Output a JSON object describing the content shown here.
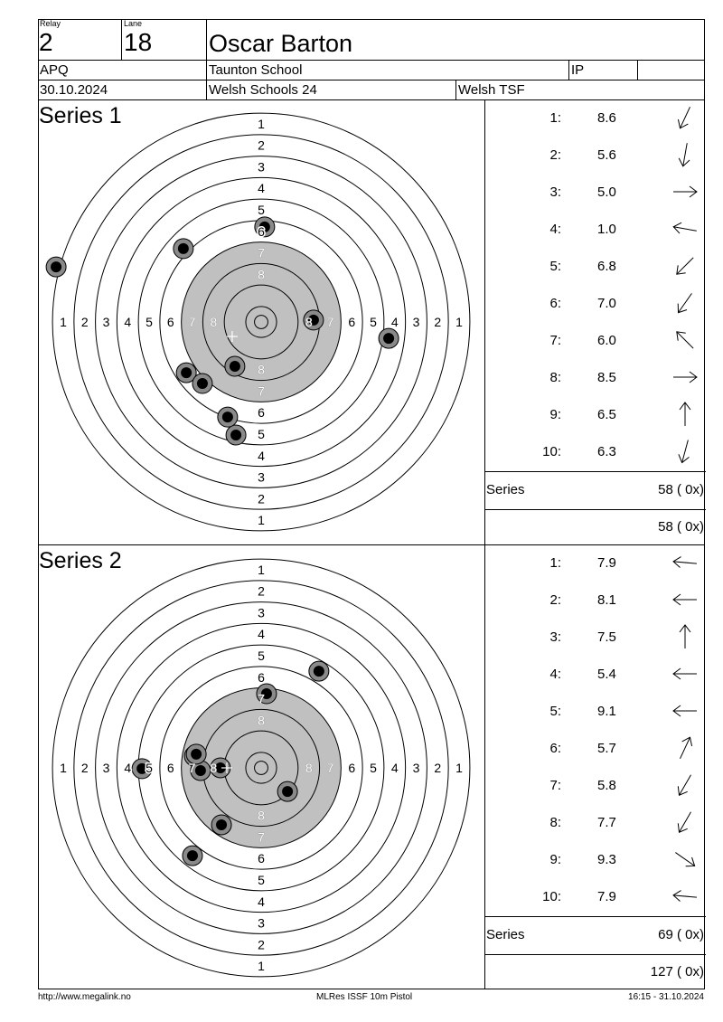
{
  "header": {
    "relay_label": "Relay",
    "relay": "2",
    "lane_label": "Lane",
    "lane": "18",
    "name": "Oscar Barton",
    "class": "APQ",
    "club": "Taunton School",
    "code": "IP",
    "extra": "",
    "date": "30.10.2024",
    "competition": "Welsh Schools 24",
    "organizer": "Welsh TSF"
  },
  "ring_labels": [
    "1",
    "2",
    "3",
    "4",
    "5",
    "6",
    "7",
    "8"
  ],
  "series": [
    {
      "title": "Series 1",
      "shots": [
        {
          "n": "1:",
          "score": "8.6",
          "arrow_deg": 205,
          "x_mm": -9.8,
          "y_mm": 16.5
        },
        {
          "n": "2:",
          "score": "5.6",
          "arrow_deg": 190,
          "x_mm": -9.4,
          "y_mm": 42.1
        },
        {
          "n": "3:",
          "score": "5.0",
          "arrow_deg": 90,
          "x_mm": 47.5,
          "y_mm": 6.1
        },
        {
          "n": "4:",
          "score": "1.0",
          "arrow_deg": 280,
          "x_mm": -76.4,
          "y_mm": -20.5
        },
        {
          "n": "5:",
          "score": "6.8",
          "arrow_deg": 225,
          "x_mm": -27.9,
          "y_mm": 18.9
        },
        {
          "n": "6:",
          "score": "7.0",
          "arrow_deg": 215,
          "x_mm": -21.9,
          "y_mm": 22.9
        },
        {
          "n": "7:",
          "score": "6.0",
          "arrow_deg": 315,
          "x_mm": -29.0,
          "y_mm": -27.3
        },
        {
          "n": "8:",
          "score": "8.5",
          "arrow_deg": 90,
          "x_mm": 19.5,
          "y_mm": -0.7
        },
        {
          "n": "9:",
          "score": "6.5",
          "arrow_deg": 0,
          "x_mm": 1.3,
          "y_mm": -35.4
        },
        {
          "n": "10:",
          "score": "6.3",
          "arrow_deg": 195,
          "x_mm": -12.5,
          "y_mm": 35.4
        }
      ],
      "mean_mm": {
        "x": -10.8,
        "y": 5.4
      },
      "series_label": "Series",
      "series_total": "58 ( 0x)",
      "running_total": "58 ( 0x)"
    },
    {
      "title": "Series 2",
      "shots": [
        {
          "n": "1:",
          "score": "7.9",
          "arrow_deg": 275,
          "x_mm": -24.9,
          "y_mm": -4.4
        },
        {
          "n": "2:",
          "score": "8.1",
          "arrow_deg": 270,
          "x_mm": -22.6,
          "y_mm": 1.0
        },
        {
          "n": "3:",
          "score": "7.5",
          "arrow_deg": 0,
          "x_mm": 2.0,
          "y_mm": -27.6
        },
        {
          "n": "4:",
          "score": "5.4",
          "arrow_deg": 270,
          "x_mm": -44.4,
          "y_mm": 0.3
        },
        {
          "n": "5:",
          "score": "9.1",
          "arrow_deg": 270,
          "x_mm": -15.2,
          "y_mm": 0
        },
        {
          "n": "6:",
          "score": "5.7",
          "arrow_deg": 25,
          "x_mm": 21.5,
          "y_mm": -36.0
        },
        {
          "n": "7:",
          "score": "5.8",
          "arrow_deg": 210,
          "x_mm": -25.6,
          "y_mm": 32.7
        },
        {
          "n": "8:",
          "score": "7.7",
          "arrow_deg": 210,
          "x_mm": -14.8,
          "y_mm": 21.2
        },
        {
          "n": "9:",
          "score": "9.3",
          "arrow_deg": 125,
          "x_mm": 9.8,
          "y_mm": 8.8
        },
        {
          "n": "10:",
          "score": "7.9",
          "arrow_deg": 275,
          "x_mm": -24.2,
          "y_mm": -5.1
        }
      ],
      "mean_mm": {
        "x": -12.8,
        "y": 0
      },
      "series_label": "Series",
      "series_total": "69 ( 0x)",
      "running_total": "127 ( 0x)"
    }
  ],
  "footer": {
    "url": "http://www.megalink.no",
    "program": "MLRes ISSF 10m Pistol",
    "printed": "16:15 - 31.10.2024"
  },
  "colors": {
    "black_zone": "#c0c0c0",
    "shot_ring": "#8a8a8a",
    "shot_core": "#000000"
  }
}
